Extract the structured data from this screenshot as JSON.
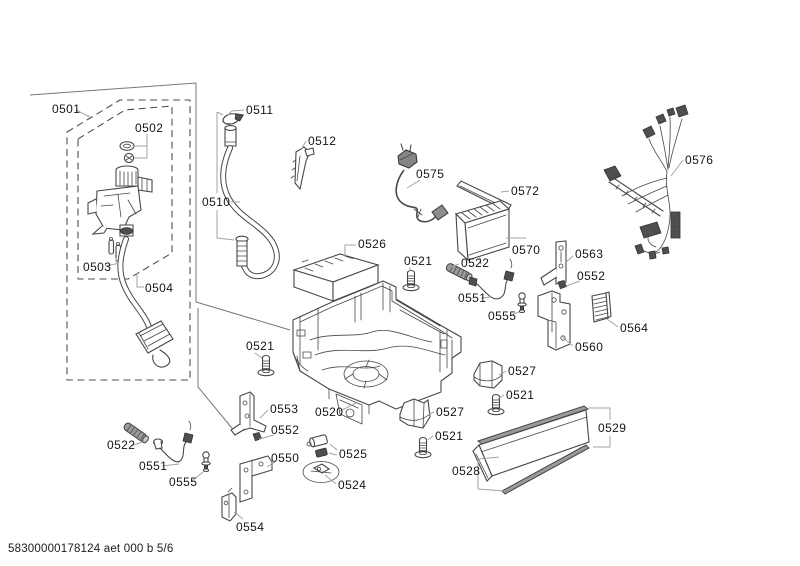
{
  "document": {
    "footer": "58300000178124 aet 000 b 5/6"
  },
  "colors": {
    "background": "#ffffff",
    "line": "#474747",
    "leader": "#a3a3a3",
    "label": "#151515"
  },
  "parts": [
    {
      "ref": "0501"
    },
    {
      "ref": "0502"
    },
    {
      "ref": "0503"
    },
    {
      "ref": "0504"
    },
    {
      "ref": "0510"
    },
    {
      "ref": "0511"
    },
    {
      "ref": "0512"
    },
    {
      "ref": "0575"
    },
    {
      "ref": "0572"
    },
    {
      "ref": "0570"
    },
    {
      "ref": "0576"
    },
    {
      "ref": "0526"
    },
    {
      "ref": "0521"
    },
    {
      "ref": "0522"
    },
    {
      "ref": "0551"
    },
    {
      "ref": "0555"
    },
    {
      "ref": "0563"
    },
    {
      "ref": "0552"
    },
    {
      "ref": "0560"
    },
    {
      "ref": "0564"
    },
    {
      "ref": "0521"
    },
    {
      "ref": "0553"
    },
    {
      "ref": "0552"
    },
    {
      "ref": "0550"
    },
    {
      "ref": "0525"
    },
    {
      "ref": "0524"
    },
    {
      "ref": "0520"
    },
    {
      "ref": "0522"
    },
    {
      "ref": "0551"
    },
    {
      "ref": "0555"
    },
    {
      "ref": "0554"
    },
    {
      "ref": "0527"
    },
    {
      "ref": "0521"
    },
    {
      "ref": "0527"
    },
    {
      "ref": "0521"
    },
    {
      "ref": "0529"
    },
    {
      "ref": "0528"
    }
  ]
}
